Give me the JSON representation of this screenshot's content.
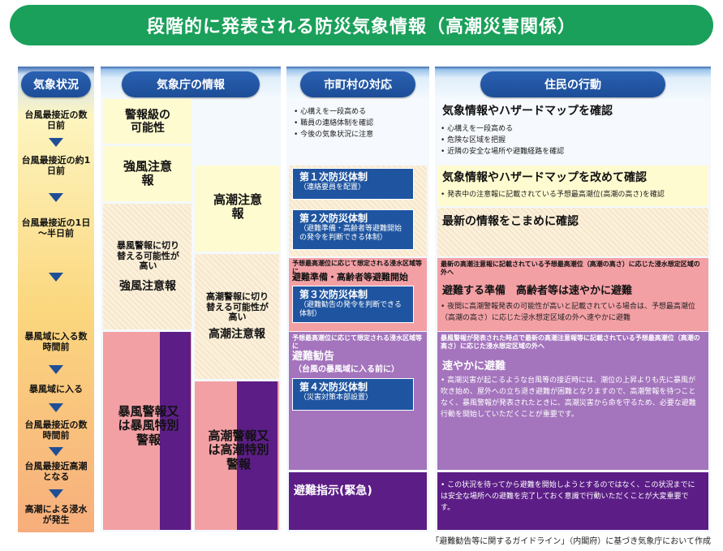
{
  "title": "段階的に発表される防災気象情報（高潮災害関係）",
  "headers": {
    "col1": "気象状況",
    "col2": "気象庁の情報",
    "col3": "市町村の対応",
    "col4": "住民の行動"
  },
  "weather_steps": [
    "台風最接近の数日前",
    "台風最接近の約1日前",
    "台風最接近の1日～半日前",
    "暴風域に入る数時間前",
    "暴風域に入る",
    "台風最接近の数時間前",
    "台風最接近高潮となる",
    "高潮による浸水が発生"
  ],
  "jma": {
    "warning_level": "警報級の可能性",
    "strong_wind_adv": "強風注意報",
    "storm_surge_adv": "高潮注意報",
    "storm_switch": "暴風警報に切り替える可能性が高い",
    "storm_switch_adv": "強風注意報",
    "surge_switch": "高潮警報に切り替える可能性が高い",
    "surge_switch_adv": "高潮注意報",
    "storm_warning": "暴風警報又は暴風特別警報",
    "surge_warning": "高潮警報又は高潮特別警報"
  },
  "municipal": {
    "bullets": [
      "心構えを一段高める",
      "職員の連絡体制を確認",
      "今後の気象状況に注意"
    ],
    "system1": {
      "title": "第１次防災体制",
      "sub": "（連絡要員を配置）"
    },
    "system2": {
      "title": "第２次防災体制",
      "sub": "（避難準備・高齢者等避難開始の発令を判断できる体制）"
    },
    "prep_small": "予想最高潮位に応じて想定される浸水区域等に",
    "prep_text": "避難準備・高齢者等避難開始",
    "system3": {
      "title": "第３次防災体制",
      "sub": "（避難勧告の発令を判断できる体制）"
    },
    "advisory_small": "予想最高潮位に応じて想定される浸水区域等に",
    "advisory_text": "避難勧告",
    "advisory_sub": "（台風の暴風域に入る前に）",
    "system4": {
      "title": "第４次防災体制",
      "sub": "（災害対策本部設置）"
    },
    "emergency": "避難指示(緊急)"
  },
  "residents": {
    "r1_head": "気象情報やハザードマップを確認",
    "r1_bullets": [
      "心構えを一段高める",
      "危険な区域を把握",
      "近隣の安全な場所や避難経路を確認"
    ],
    "r2_head": "気象情報やハザードマップを改めて確認",
    "r2_bullet": "発表中の注意報に記載されている予想最高潮位(高潮の高さ)を確認",
    "r3_head": "最新の情報をこまめに確認",
    "r4_small": "最新の高潮注意報に記載されている予想最高潮位（高潮の高さ）に応じた浸水想定区域の外へ",
    "r4_head": "避難する準備　高齢者等は速やかに避難",
    "r4_bullet": "夜間に高潮警報発表の可能性が高いと記載されている場合は、予想最高潮位（高潮の高さ）に応じた浸水想定区域の外へ速やかに避難",
    "r5_small": "暴風警報が発表された時点で最新の高潮注意報等に記載されている予想最高潮位（高潮の高さ）に応じた浸水想定区域の外へ",
    "r5_head": "速やかに避難",
    "r5_bullet": "高潮災害が起こるような台風等の接近時には、潮位の上昇よりも先に暴風が吹き始め、屋外への立ち退き避難が困難となりますので、高潮警報を待つことなく、暴風警報が発表されたときに、高潮災害から命を守るため、必要な避難行動を開始していただくことが重要です。",
    "r6_bullet": "この状況を待ってから避難を開始しようとするのではなく、この状況までには安全な場所への避難を完了しておく意識で行動いただくことが大変重要です。"
  },
  "footer": "「避難勧告等に関するガイドライン」（内閣府）に基づき気象庁において作成",
  "colors": {
    "green": "#1aa05a",
    "navy": "#1f55a0",
    "purple_dark": "#5c1e86",
    "purple": "#a474bd",
    "pink": "#f3a0a5",
    "yellow": "#fffbd0"
  }
}
